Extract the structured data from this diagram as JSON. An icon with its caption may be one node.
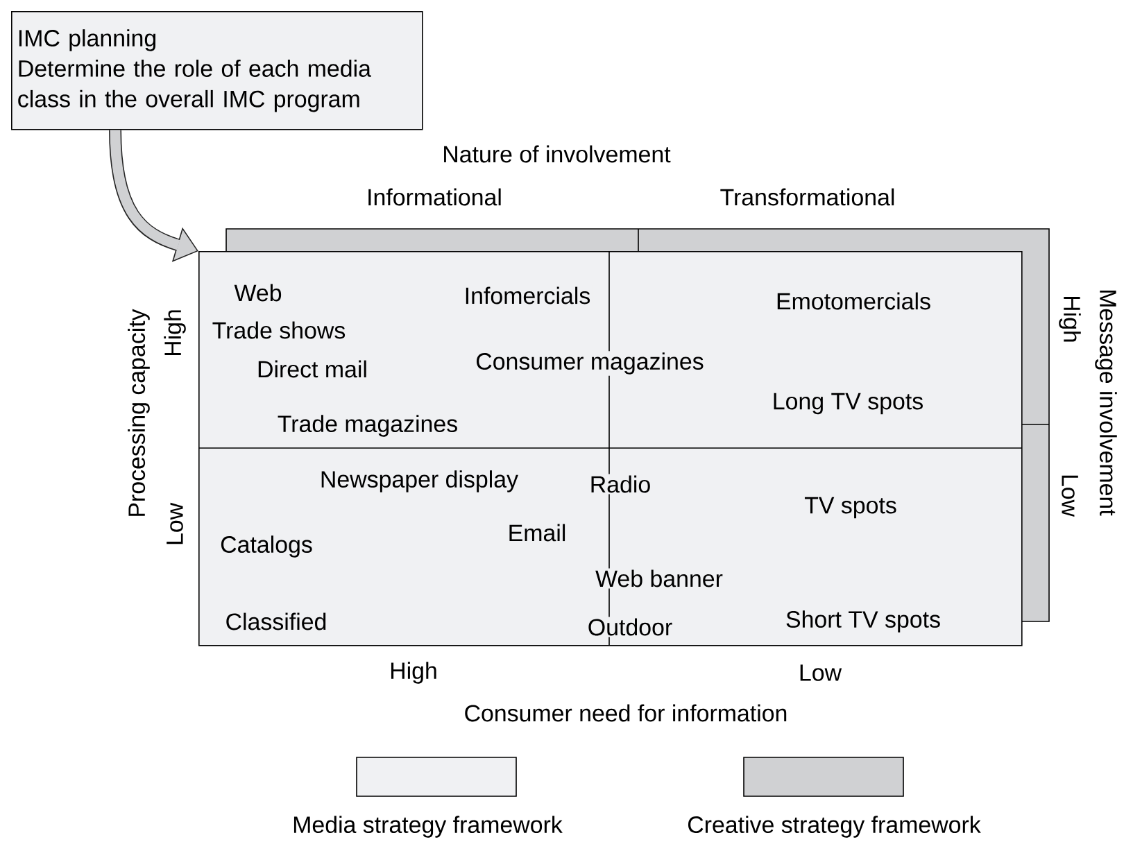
{
  "diagram": {
    "nodes": [
      {
        "text": [
          "IMC planning",
          "Determine the role of each media class in the overall IMC program"
        ]
      },
      {
        "text": [],
        "shape": "box"
      }
    ],
    "edges": [
      {
        "from": 0,
        "to": 1,
        "arrow": "to"
      }
    ],
    "labels": [
      "Nature of involvement",
      "Informational",
      "Transformational",
      "Web",
      "Infomercials",
      "Emotomercials",
      "Trade shows",
      "Direct mail",
      "Consumer magazines",
      "Long TV spots",
      "Trade magazines",
      "Newspaper display",
      "Radio",
      "TV spots",
      "Email",
      "Catalogs",
      "Web banner",
      "Classified",
      "Outdoor",
      "Short TV spots",
      "Processing capacity",
      "High",
      "Low",
      "Message involvement",
      "High",
      "Low",
      "High",
      "Low",
      "Consumer need for information"
    ],
    "legend": [
      {
        "text": "Media strategy framework",
        "color": "#f0f1f3"
      },
      {
        "text": "Creative strategy framework",
        "color": "#d0d1d3"
      }
    ]
  }
}
